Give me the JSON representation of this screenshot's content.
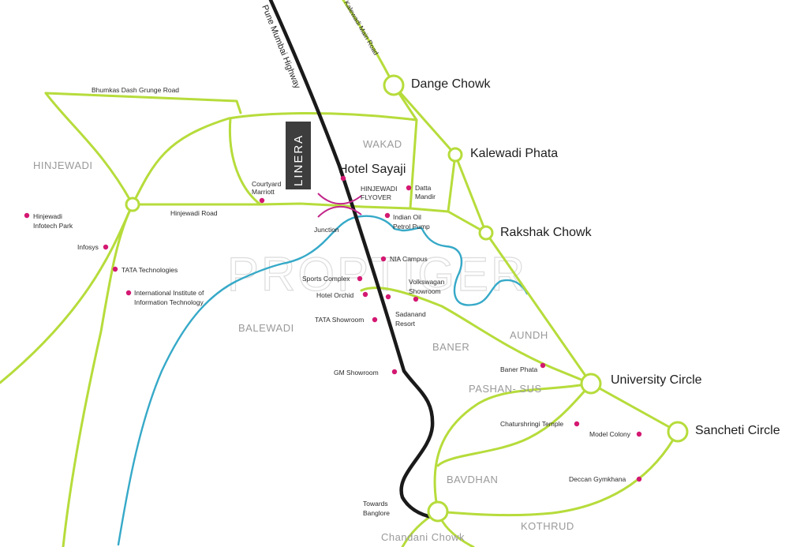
{
  "map": {
    "watermark": "PROPTIGER",
    "project": {
      "name": "LINERA"
    },
    "major_places": {
      "dange_chowk": "Dange Chowk",
      "kalewadi_phata": "Kalewadi Phata",
      "rakshak_chowk": "Rakshak Chowk",
      "university_circle": "University Circle",
      "sancheti_circle": "Sancheti Circle",
      "hotel_sayaji": "Hotel Sayaji"
    },
    "areas": {
      "hinjewadi": "HINJEWADI",
      "wakad": "WAKAD",
      "balewadi": "BALEWADI",
      "baner": "BANER",
      "aundh": "AUNDH",
      "pashan_sus": "PASHAN- SUS",
      "bavdhan": "BAVDHAN",
      "kothrud": "KOTHRUD",
      "chandani_chowk": "Chandani Chowk"
    },
    "roads": {
      "pune_mumbai_highway": "Pune Mumbai Highway",
      "kalewadi_main_road": "Kalewadi Main Road",
      "bhumkas_road": "Bhumkas Dash Grunge Road",
      "hinjewadi_road": "Hinjewadi Road",
      "junction": "Junction",
      "flyover_l1": "HINJEWADI",
      "flyover_l2": "FLYOVER"
    },
    "pois": {
      "hinjewadi_infotech_l1": "Hinjewadi",
      "hinjewadi_infotech_l2": "Infotech Park",
      "infosys": "Infosys",
      "tata_technologies": "TATA Technologies",
      "iiit_l1": "International Institute of",
      "iiit_l2": "Information Technology",
      "courtyard_l1": "Courtyard",
      "courtyard_l2": "Marriott",
      "datta_l1": "Datta",
      "datta_l2": "Mandir",
      "indian_oil_l1": "Indian Oil",
      "indian_oil_l2": "Petrol Pump",
      "nia_campus": "NIA Campus",
      "sports_complex": "Sports Complex",
      "volkswagen_l1": "Volkswagan",
      "volkswagen_l2": "Showroom",
      "hotel_orchid": "Hotel Orchid",
      "sadanand_l1": "Sadanand",
      "sadanand_l2": "Resort",
      "tata_showroom": "TATA Showroom",
      "gm_showroom": "GM Showroom",
      "baner_phata": "Baner Phata",
      "chaturshringi": "Chaturshringi Temple",
      "model_colony": "Model Colony",
      "deccan_gymkhana": "Deccan Gymkhana",
      "towards_l1": "Towards",
      "towards_l2": "Banglore"
    }
  }
}
